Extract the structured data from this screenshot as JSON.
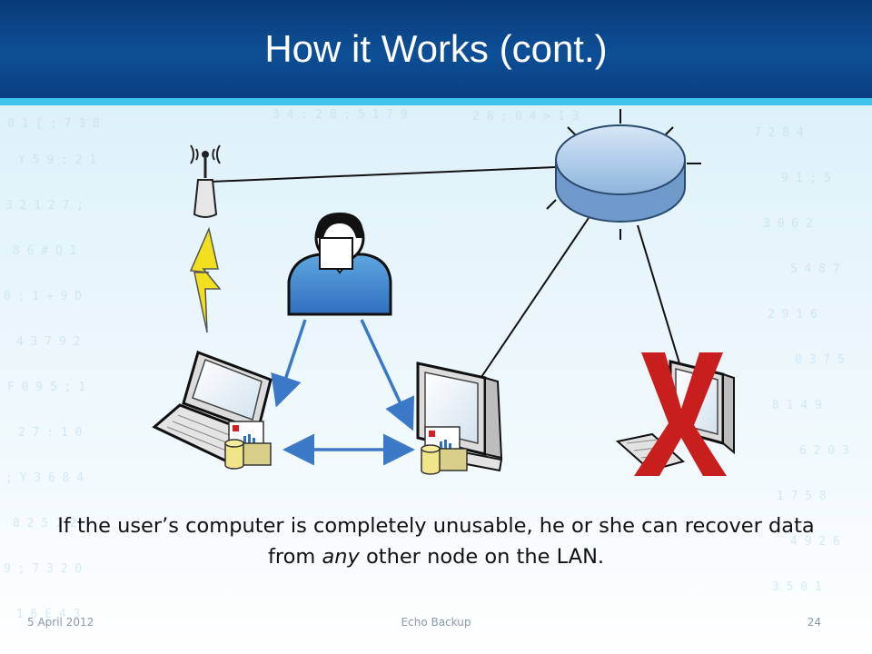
{
  "slide": {
    "title": "How it Works (cont.)",
    "caption": {
      "before": "If the user’s computer is completely unusable, he or she can recover data from ",
      "emphasis": "any",
      "after": " other node on the LAN."
    },
    "footer": {
      "date": "5 April 2012",
      "center": "Echo Backup",
      "page": "24"
    }
  },
  "diagram": {
    "nodes": [
      {
        "id": "wireless-access-point",
        "icon": "antenna-icon"
      },
      {
        "id": "server",
        "icon": "server-disk-icon"
      },
      {
        "id": "user",
        "icon": "user-icon"
      },
      {
        "id": "laptop",
        "icon": "laptop-icon"
      },
      {
        "id": "desktop",
        "icon": "desktop-computer-icon"
      },
      {
        "id": "failed-desktop",
        "icon": "desktop-computer-icon",
        "status": "unusable"
      }
    ],
    "colors": {
      "header": "#0d4f96",
      "accent_stripe": "#3fc4ee",
      "arrow": "#3c78c8",
      "failure_x": "#c81e1e",
      "lightning": "#f2e01e",
      "server": "#9dbfe3"
    }
  }
}
